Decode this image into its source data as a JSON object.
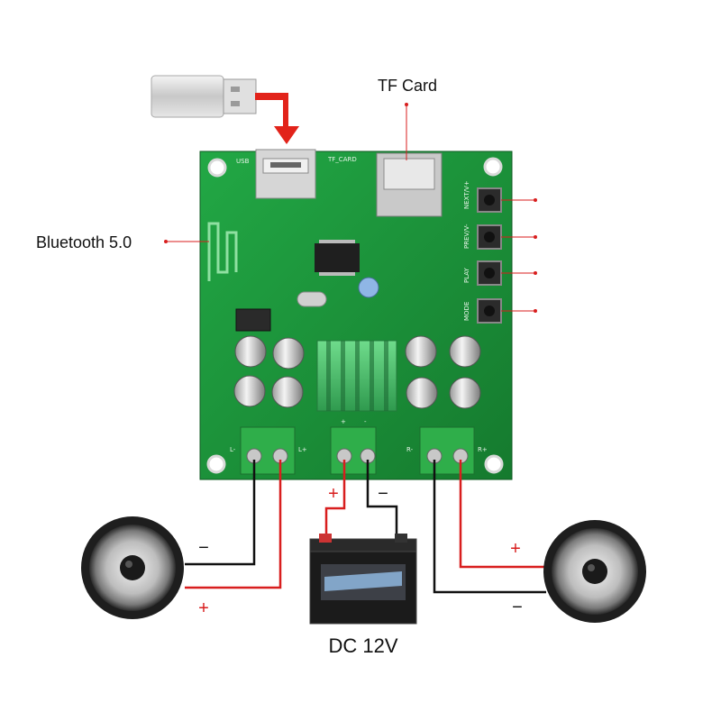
{
  "labels": {
    "tf_card": "TF Card",
    "bluetooth": "Bluetooth 5.0",
    "power": "DC 12V"
  },
  "polarity": {
    "left_speaker_minus": "−",
    "left_speaker_plus": "+",
    "power_plus": "+",
    "power_minus": "−",
    "right_speaker_plus": "+",
    "right_speaker_minus": "−"
  },
  "board_silkscreen": {
    "usb": "USB",
    "tf": "TF_CARD",
    "next": "NEXT/V+",
    "prev": "PREV/V-",
    "play": "PLAY",
    "mode": "MODE",
    "l_minus": "L-",
    "l_plus": "L+",
    "plus": "+",
    "minus": "-",
    "r_minus": "R-",
    "r_plus": "R+"
  },
  "colors": {
    "board": "#1e9a3c",
    "positive_wire": "#d81e1e",
    "negative_wire": "#111111",
    "arrow": "#e2231a",
    "terminal": "#2fae4a"
  }
}
